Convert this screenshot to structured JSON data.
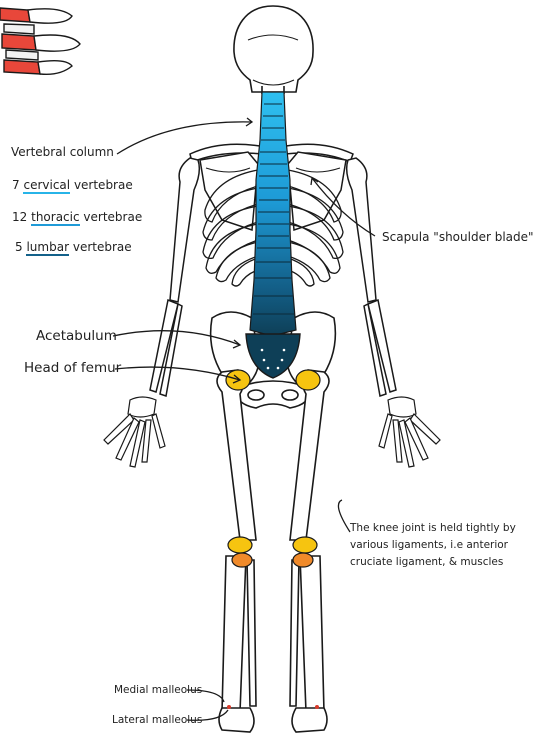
{
  "labels": {
    "vertebral_column": "Vertebral column",
    "cervical_count": "7",
    "cervical_word": "cervical",
    "cervical_suffix": "vertebrae",
    "thoracic_count": "12",
    "thoracic_word": "thoracic",
    "thoracic_suffix": "vertebrae",
    "lumbar_count": "5",
    "lumbar_word": "lumbar",
    "lumbar_suffix": "vertebrae",
    "acetabulum": "Acetabulum",
    "head_of_femur": "Head of femur",
    "scapula": "Scapula \"shoulder blade\"",
    "knee_joint": "The knee joint is held tightly by various ligaments, i.e anterior cruciate ligament, & muscles",
    "medial_malleolus": "Medial malleolus",
    "lateral_malleolus": "Lateral malleolus"
  },
  "colors": {
    "cervical": "#27b4e8",
    "thoracic": "#1f9bd8",
    "lumbar": "#13618a",
    "sacrum": "#0e3f57",
    "joint_yellow": "#f6c410",
    "joint_orange": "#f08a2a",
    "accent_red": "#d93a2b",
    "outline": "#1a1a1a"
  }
}
